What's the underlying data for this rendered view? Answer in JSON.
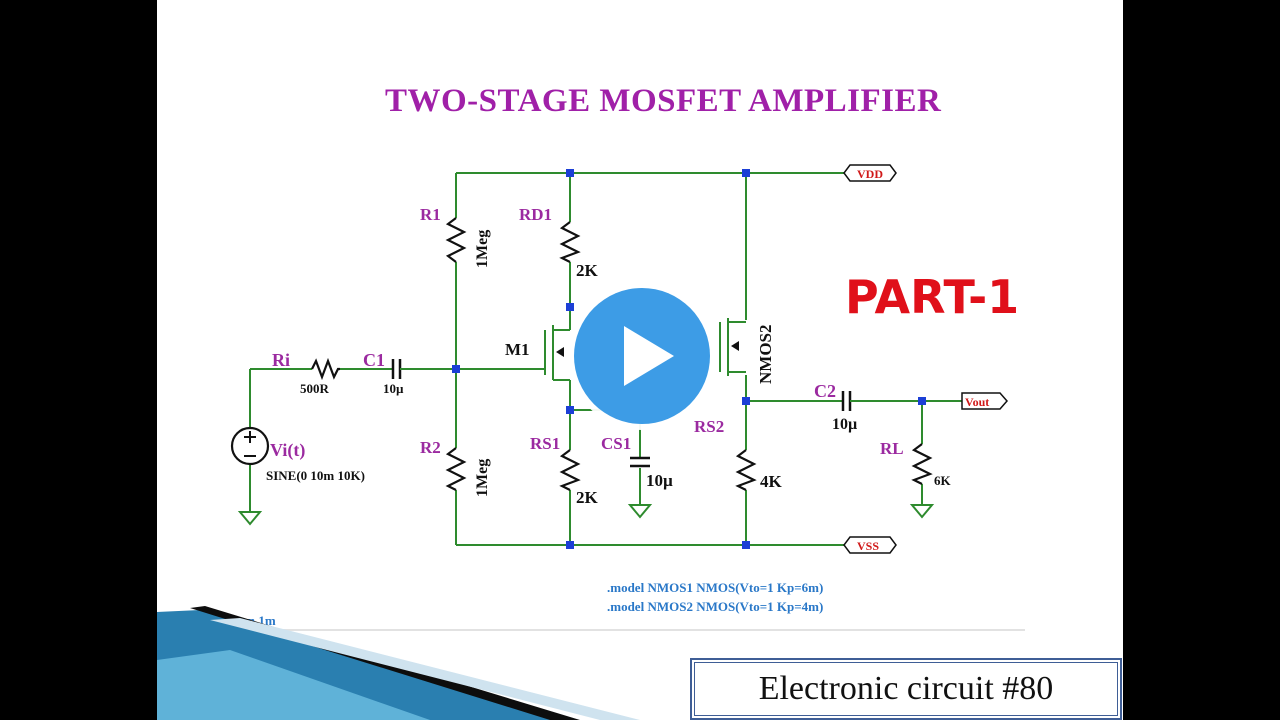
{
  "slide": {
    "title": "TWO-STAGE MOSFET AMPLIFIER",
    "part_label": "PART-1",
    "badge_text": "Electronic circuit #80"
  },
  "schematic": {
    "nets": {
      "vdd": "VDD",
      "vss": "VSS",
      "vout": "Vout"
    },
    "components": {
      "r1": {
        "name": "R1",
        "value": "1Meg"
      },
      "rd1": {
        "name": "RD1",
        "value": "2K"
      },
      "ri": {
        "name": "Ri",
        "value": "500R"
      },
      "c1": {
        "name": "C1",
        "value": "10µ"
      },
      "m1": {
        "name": "M1"
      },
      "nmos2": {
        "name": "NMOS2"
      },
      "c2": {
        "name": "C2",
        "value": "10µ"
      },
      "r2": {
        "name": "R2",
        "value": "1Meg"
      },
      "rs1": {
        "name": "RS1",
        "value": "2K"
      },
      "cs1": {
        "name": "CS1",
        "value": "10µ"
      },
      "rs2": {
        "name": "RS2",
        "value": "4K"
      },
      "rl": {
        "name": "RL",
        "value": "6K"
      },
      "vi": {
        "name": "Vi(t)",
        "value": "SINE(0 10m 10K)"
      }
    },
    "directives": {
      "model1": ".model NMOS1 NMOS(Vto=1 Kp=6m)",
      "model2": ".model NMOS2 NMOS(Vto=1 Kp=4m)",
      "tran": ".tran 1m"
    }
  },
  "player": {
    "play_icon": "play-icon"
  },
  "colors": {
    "title": "#a020a8",
    "wire": "#2e8b2e",
    "label": "#9b2aa0",
    "part": "#e0101a",
    "directive": "#2a78c8",
    "play": "#3d9ce6"
  }
}
